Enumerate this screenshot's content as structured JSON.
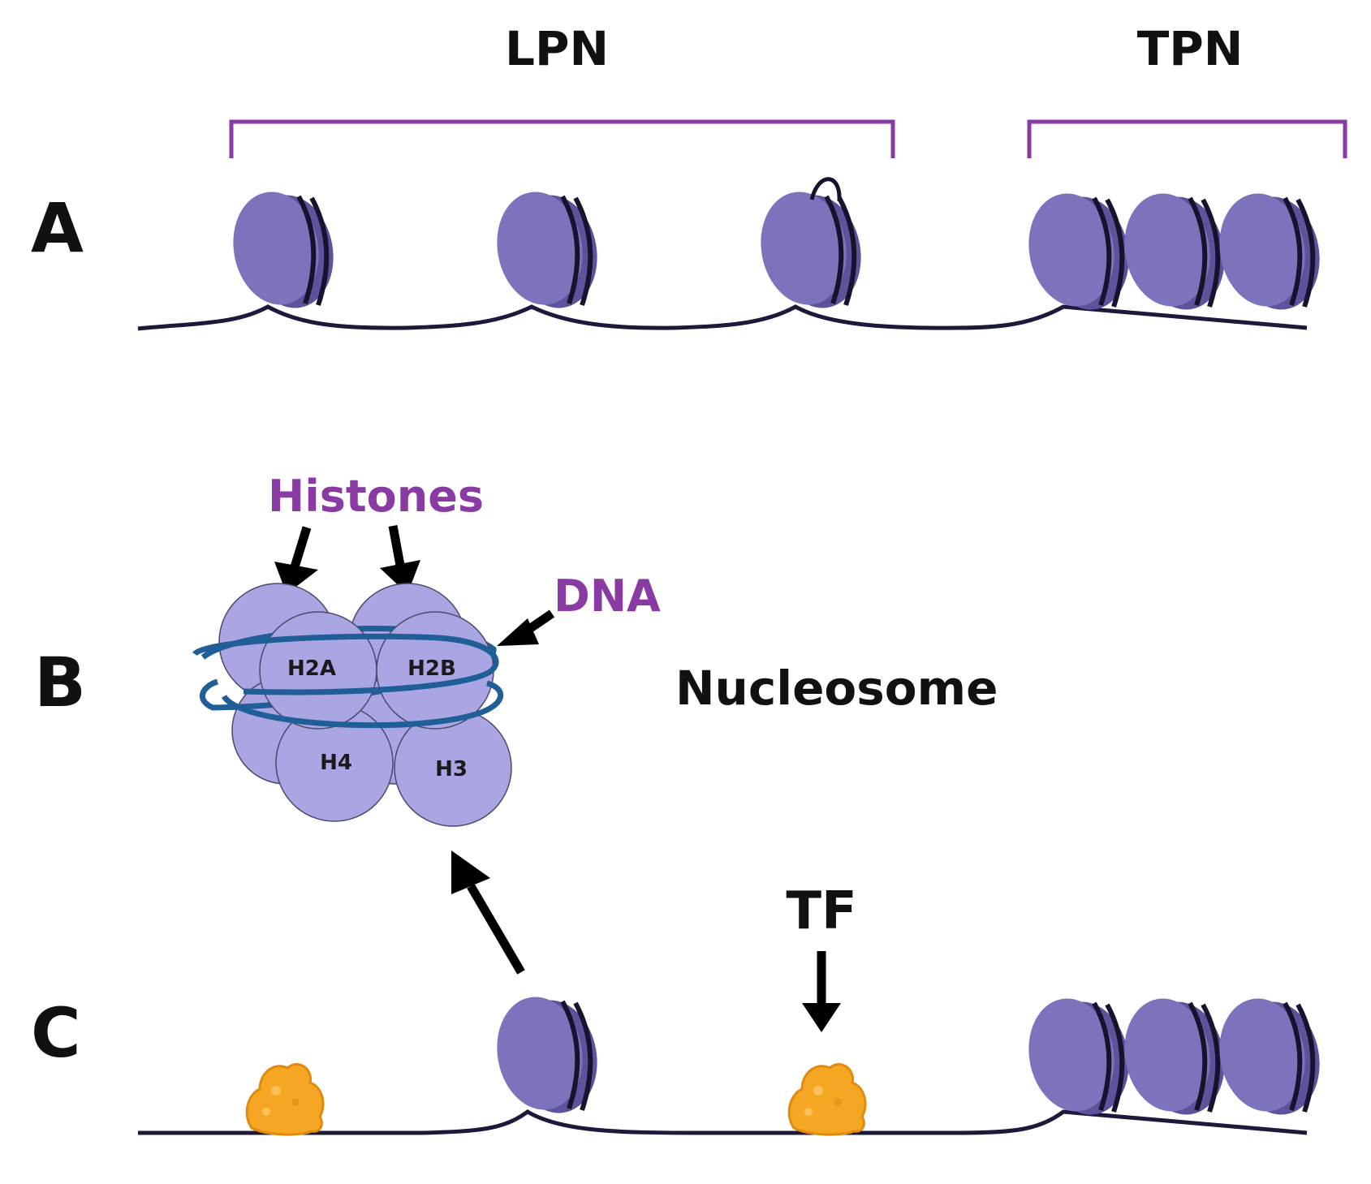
{
  "panels": {
    "a": "A",
    "b": "B",
    "c": "C"
  },
  "labels": {
    "lpn": "LPN",
    "tpn": "TPN",
    "histones": "Histones",
    "dna": "DNA",
    "nucleosome": "Nucleosome",
    "tf": "TF"
  },
  "histone_units": {
    "h2a": "H2A",
    "h2b": "H2B",
    "h4": "H4",
    "h3": "H3"
  },
  "colors": {
    "nucleosome_fill": "#7b74bd",
    "nucleosome_dark": "#5b549c",
    "histone_fill": "#aaa6e4",
    "dna_strand": "#1c1a3a",
    "dna_wrap": "#1f5e96",
    "bracket": "#8a3aa3",
    "purple_text": "#8a3aa3",
    "tf_fill": "#f5a623"
  }
}
